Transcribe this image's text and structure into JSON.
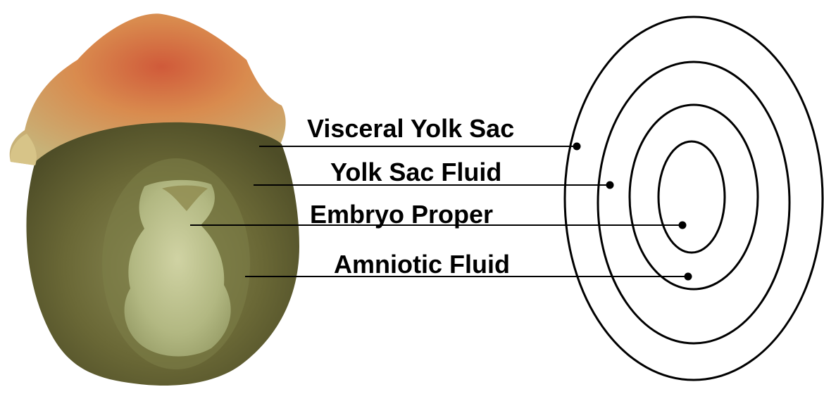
{
  "labels": {
    "visceral_yolk_sac": "Visceral Yolk Sac",
    "yolk_sac_fluid": "Yolk Sac Fluid",
    "embryo_proper": "Embryo Proper",
    "amniotic_fluid": "Amniotic Fluid"
  },
  "colors": {
    "line": "#000000",
    "yolk_sac_tissue": "#6f6a35",
    "embryo": "#b9c28a",
    "reddish_cap": "#c9733c"
  }
}
